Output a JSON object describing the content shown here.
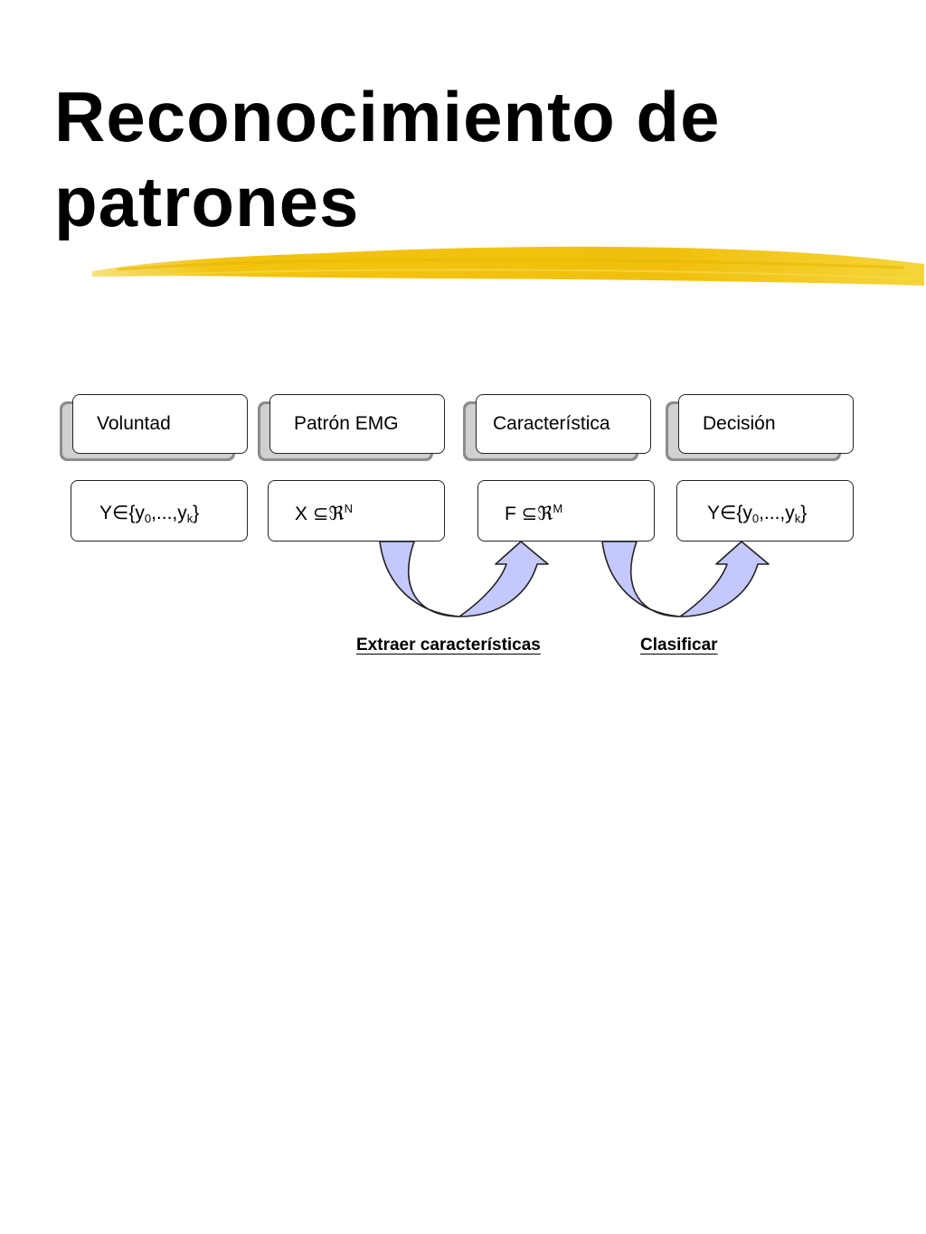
{
  "title": "Reconocimiento de patrones",
  "accent_color": "#f2c20f",
  "arrow_color": "#c4c8ff",
  "stages": [
    {
      "label": "Voluntad"
    },
    {
      "label": "Patrón EMG"
    },
    {
      "label": "Característica"
    },
    {
      "label": "Decisión"
    }
  ],
  "symbols": [
    {
      "var": "Y",
      "rel": "∈",
      "set_open": "{",
      "y0": "y",
      "y0_sub": "0",
      "mid": ",...,",
      "yk": "y",
      "yk_sub": "k",
      "set_close": "}"
    },
    {
      "var": "X",
      "rel": "⊆",
      "space": "ℜ",
      "dim": "N"
    },
    {
      "var": "F",
      "rel": "⊆",
      "space": "ℜ",
      "dim": "M"
    },
    {
      "var": "Y",
      "rel": "∈",
      "set_open": "{",
      "y0": "y",
      "y0_sub": "0",
      "mid": ",...,",
      "yk": "y",
      "yk_sub": "k",
      "set_close": "}"
    }
  ],
  "steps": [
    {
      "label": "Extraer características"
    },
    {
      "label": "Clasificar"
    }
  ]
}
